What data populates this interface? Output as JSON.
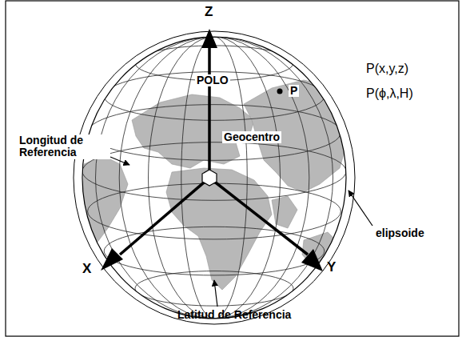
{
  "diagram": {
    "labels": [
      "Z",
      "POLO",
      "P",
      "P(x,y,z)",
      "P(ϕ,λ,H)",
      "Geocentro",
      "Longitud de Referencia",
      "elipsoide",
      "X",
      "Y",
      "Latitud de Referencia"
    ]
  }
}
